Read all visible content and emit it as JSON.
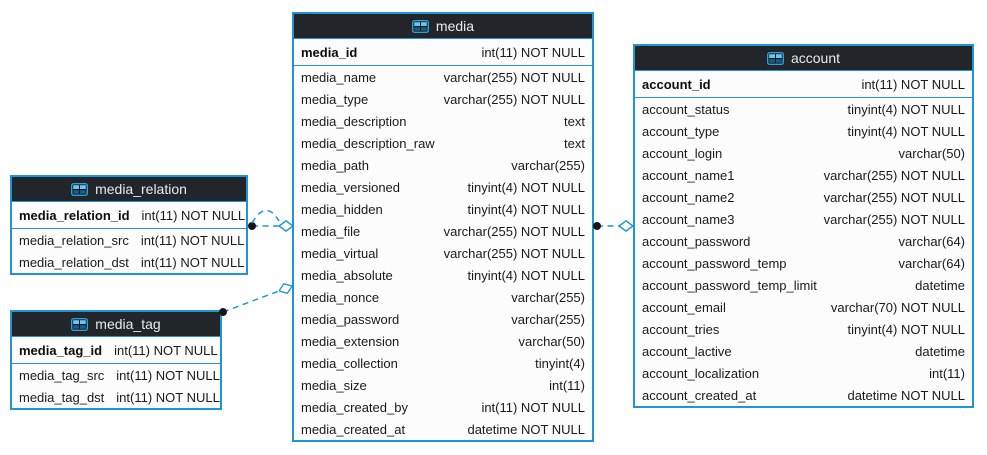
{
  "diagram": {
    "kind": "database-er-diagram",
    "colors": {
      "accent_blue": "#1f96d4",
      "header_background": "#22262b",
      "header_text": "#e8ebed",
      "row_background": "#fcfcfc",
      "row_text": "#1a1a1a",
      "connector_line": "#1f96d4",
      "connector_dot": "#161616",
      "icon_cell_light": "#6ac4f0",
      "icon_cell_dark": "#175d85"
    },
    "tables": [
      {
        "id": "media_relation",
        "title": "media_relation",
        "icon": "table-icon",
        "columns": [
          {
            "name": "media_relation_id",
            "type": "int(11) NOT NULL",
            "pk": true
          },
          {
            "name": "media_relation_src",
            "type": "int(11) NOT NULL",
            "pk": false
          },
          {
            "name": "media_relation_dst",
            "type": "int(11) NOT NULL",
            "pk": false
          }
        ]
      },
      {
        "id": "media_tag",
        "title": "media_tag",
        "icon": "table-icon",
        "columns": [
          {
            "name": "media_tag_id",
            "type": "int(11) NOT NULL",
            "pk": true
          },
          {
            "name": "media_tag_src",
            "type": "int(11) NOT NULL",
            "pk": false
          },
          {
            "name": "media_tag_dst",
            "type": "int(11) NOT NULL",
            "pk": false
          }
        ]
      },
      {
        "id": "media",
        "title": "media",
        "icon": "table-icon",
        "columns": [
          {
            "name": "media_id",
            "type": "int(11) NOT NULL",
            "pk": true
          },
          {
            "name": "media_name",
            "type": "varchar(255) NOT NULL",
            "pk": false
          },
          {
            "name": "media_type",
            "type": "varchar(255) NOT NULL",
            "pk": false
          },
          {
            "name": "media_description",
            "type": "text",
            "pk": false
          },
          {
            "name": "media_description_raw",
            "type": "text",
            "pk": false
          },
          {
            "name": "media_path",
            "type": "varchar(255)",
            "pk": false
          },
          {
            "name": "media_versioned",
            "type": "tinyint(4) NOT NULL",
            "pk": false
          },
          {
            "name": "media_hidden",
            "type": "tinyint(4) NOT NULL",
            "pk": false
          },
          {
            "name": "media_file",
            "type": "varchar(255) NOT NULL",
            "pk": false
          },
          {
            "name": "media_virtual",
            "type": "varchar(255) NOT NULL",
            "pk": false
          },
          {
            "name": "media_absolute",
            "type": "tinyint(4) NOT NULL",
            "pk": false
          },
          {
            "name": "media_nonce",
            "type": "varchar(255)",
            "pk": false
          },
          {
            "name": "media_password",
            "type": "varchar(255)",
            "pk": false
          },
          {
            "name": "media_extension",
            "type": "varchar(50)",
            "pk": false
          },
          {
            "name": "media_collection",
            "type": "tinyint(4)",
            "pk": false
          },
          {
            "name": "media_size",
            "type": "int(11)",
            "pk": false
          },
          {
            "name": "media_created_by",
            "type": "int(11) NOT NULL",
            "pk": false
          },
          {
            "name": "media_created_at",
            "type": "datetime NOT NULL",
            "pk": false
          }
        ]
      },
      {
        "id": "account",
        "title": "account",
        "icon": "table-icon",
        "columns": [
          {
            "name": "account_id",
            "type": "int(11) NOT NULL",
            "pk": true
          },
          {
            "name": "account_status",
            "type": "tinyint(4) NOT NULL",
            "pk": false
          },
          {
            "name": "account_type",
            "type": "tinyint(4) NOT NULL",
            "pk": false
          },
          {
            "name": "account_login",
            "type": "varchar(50)",
            "pk": false
          },
          {
            "name": "account_name1",
            "type": "varchar(255) NOT NULL",
            "pk": false
          },
          {
            "name": "account_name2",
            "type": "varchar(255) NOT NULL",
            "pk": false
          },
          {
            "name": "account_name3",
            "type": "varchar(255) NOT NULL",
            "pk": false
          },
          {
            "name": "account_password",
            "type": "varchar(64)",
            "pk": false
          },
          {
            "name": "account_password_temp",
            "type": "varchar(64)",
            "pk": false
          },
          {
            "name": "account_password_temp_limit",
            "type": "datetime",
            "pk": false
          },
          {
            "name": "account_email",
            "type": "varchar(70) NOT NULL",
            "pk": false
          },
          {
            "name": "account_tries",
            "type": "tinyint(4) NOT NULL",
            "pk": false
          },
          {
            "name": "account_lactive",
            "type": "datetime",
            "pk": false
          },
          {
            "name": "account_localization",
            "type": "int(11)",
            "pk": false
          },
          {
            "name": "account_created_at",
            "type": "datetime NOT NULL",
            "pk": false
          }
        ]
      }
    ],
    "relationships": [
      {
        "from": "media_relation",
        "to": "media",
        "line": "dashed",
        "source_marker": "filled-dot",
        "target_marker": "open-diamond",
        "lines_count": 2
      },
      {
        "from": "media_tag",
        "to": "media",
        "line": "dashed",
        "source_marker": "filled-dot",
        "target_marker": "open-diamond",
        "lines_count": 1
      },
      {
        "from": "media",
        "to": "account",
        "line": "dashed",
        "source_marker": "filled-dot",
        "target_marker": "open-diamond",
        "lines_count": 1
      }
    ]
  }
}
